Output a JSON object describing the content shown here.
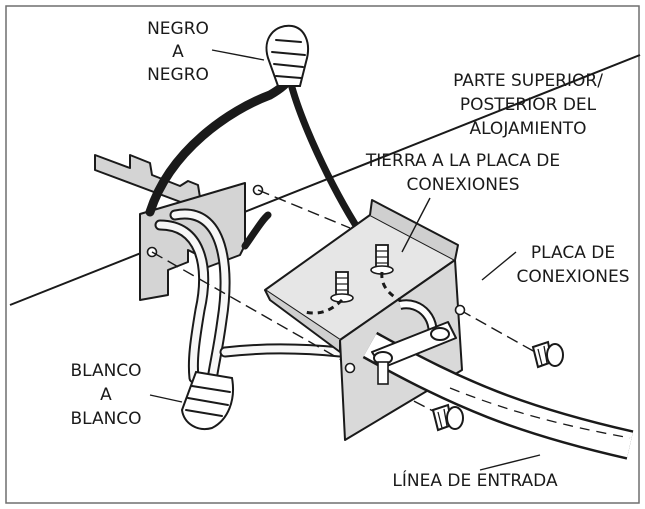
{
  "labels": {
    "black_to_black": [
      "NEGRO",
      "A",
      "NEGRO"
    ],
    "housing_top": [
      "PARTE SUPERIOR/",
      "POSTERIOR DEL",
      "ALOJAMIENTO"
    ],
    "ground_to_plate": [
      "TIERRA A LA PLACA DE",
      "CONEXIONES"
    ],
    "connection_plate": [
      "PLACA DE",
      "CONEXIONES"
    ],
    "white_to_white": [
      "BLANCO",
      "A",
      "BLANCO"
    ],
    "input_line": "LÍNEA DE ENTRADA"
  },
  "colors": {
    "ink": "#1a1a1a",
    "bracket": "#d4d4d4",
    "plate": "#e6e6e6",
    "plate_side": "#cfcfcf",
    "wire_white": "#f7f7f7",
    "frame": "#6f6f6f"
  }
}
